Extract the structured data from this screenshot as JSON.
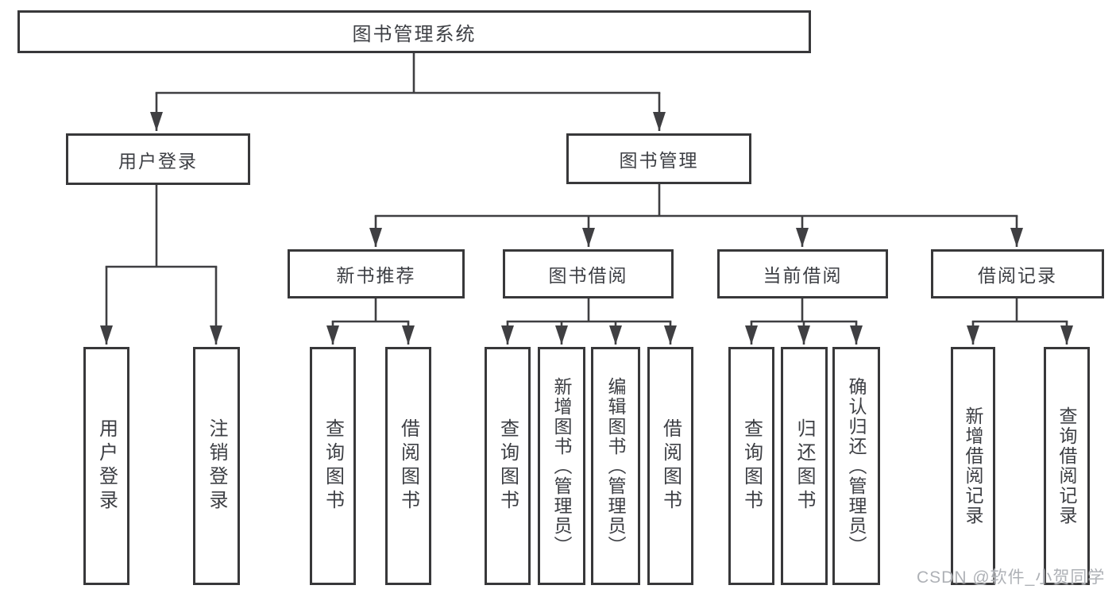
{
  "diagram": {
    "root": {
      "label": "图书管理系统"
    },
    "level2": [
      {
        "label": "用户登录"
      },
      {
        "label": "图书管理"
      }
    ],
    "level3": [
      {
        "label": "新书推荐"
      },
      {
        "label": "图书借阅"
      },
      {
        "label": "当前借阅"
      },
      {
        "label": "借阅记录"
      }
    ],
    "leaves": [
      {
        "parent": "用户登录",
        "label": "用户登录"
      },
      {
        "parent": "用户登录",
        "label": "注销登录"
      },
      {
        "parent": "新书推荐",
        "label": "查询图书"
      },
      {
        "parent": "新书推荐",
        "label": "借阅图书"
      },
      {
        "parent": "图书借阅",
        "label": "查询图书"
      },
      {
        "parent": "图书借阅",
        "label": "新增图书（管理员）"
      },
      {
        "parent": "图书借阅",
        "label": "编辑图书（管理员）"
      },
      {
        "parent": "图书借阅",
        "label": "借阅图书"
      },
      {
        "parent": "当前借阅",
        "label": "查询图书"
      },
      {
        "parent": "当前借阅",
        "label": "归还图书"
      },
      {
        "parent": "当前借阅",
        "label": "确认归还（管理员）"
      },
      {
        "parent": "借阅记录",
        "label": "新增借阅记录"
      },
      {
        "parent": "借阅记录",
        "label": "查询借阅记录"
      }
    ],
    "colors": {
      "line": "#3f3f42",
      "border": "#38383a",
      "text": "#3d3f44",
      "background": "#ffffff",
      "watermark": "#aeb1b6"
    }
  },
  "watermark": {
    "text": "CSDN @软件_小贺同学"
  }
}
